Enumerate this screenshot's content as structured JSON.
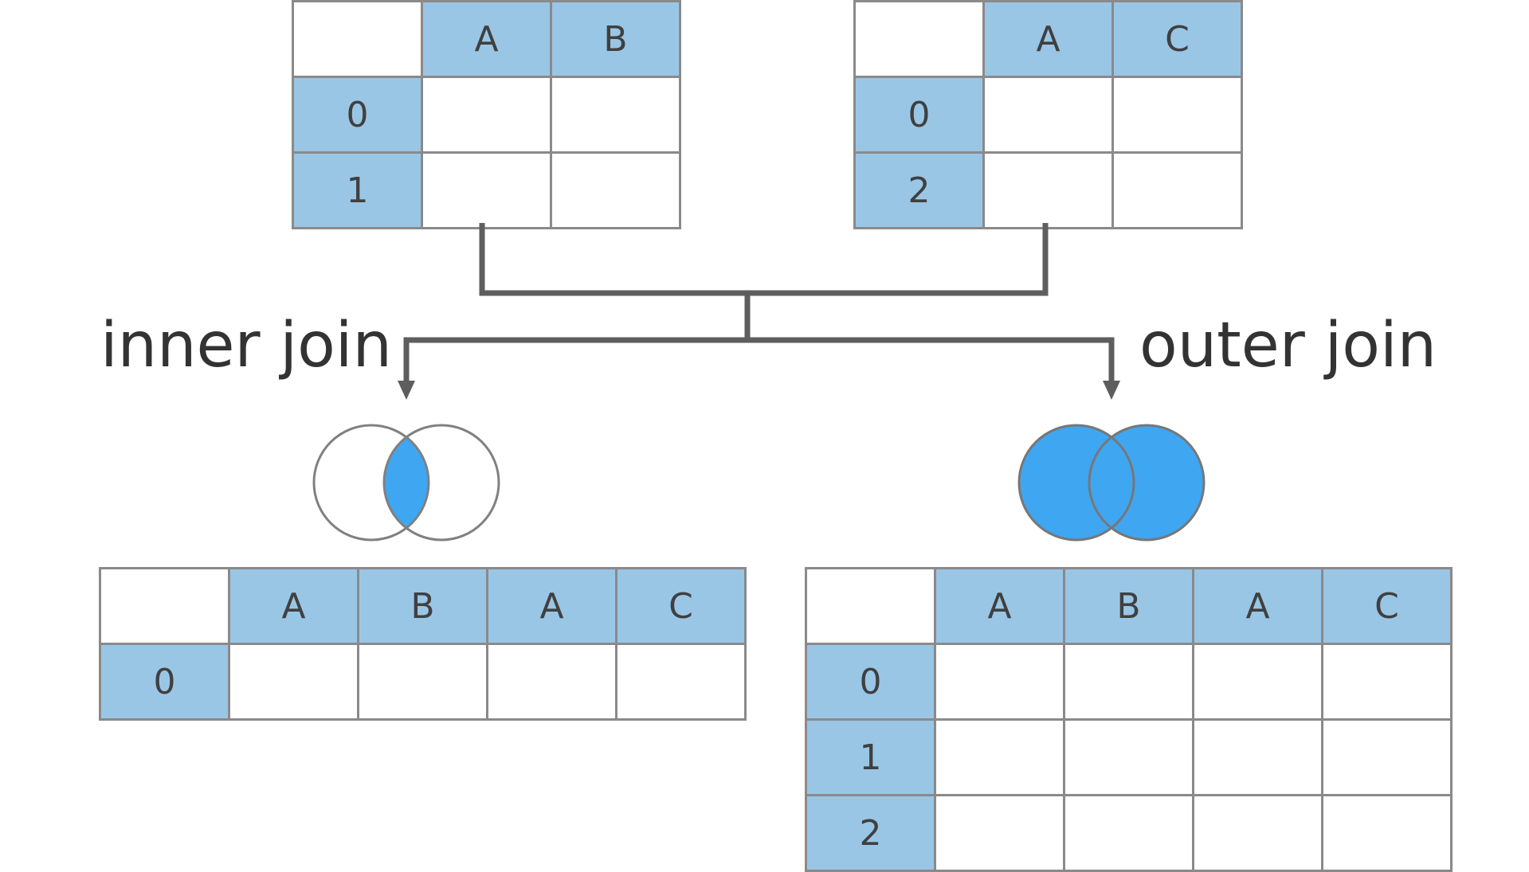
{
  "labels": {
    "inner": "inner join",
    "outer": "outer join"
  },
  "colors": {
    "header_fill": "#9ac6e6",
    "venn_fill": "#3fa6f2",
    "line": "#5e5e5e",
    "cell_border": "#8a8a8a",
    "text": "#404040"
  },
  "tables": {
    "left": {
      "columns": [
        "A",
        "B"
      ],
      "index": [
        "0",
        "1"
      ]
    },
    "right": {
      "columns": [
        "A",
        "C"
      ],
      "index": [
        "0",
        "2"
      ]
    },
    "inner": {
      "columns": [
        "A",
        "B",
        "A",
        "C"
      ],
      "index": [
        "0"
      ]
    },
    "outer": {
      "columns": [
        "A",
        "B",
        "A",
        "C"
      ],
      "index": [
        "0",
        "1",
        "2"
      ]
    }
  },
  "venn": {
    "inner": {
      "shaded": "intersection"
    },
    "outer": {
      "shaded": "union"
    }
  }
}
